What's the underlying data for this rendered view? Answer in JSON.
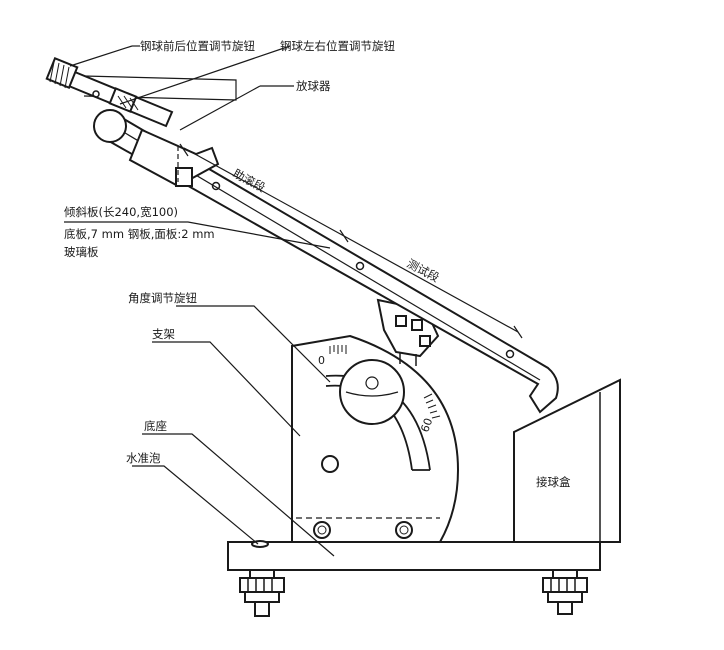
{
  "labels": {
    "knob_front_back": "钢球前后位置调节旋钮",
    "knob_left_right": "钢球左右位置调节旋钮",
    "ball_release": "放球器",
    "runup_section": "助滚段",
    "incline_plate_line1": "倾斜板(长240,宽100)",
    "incline_plate_line2": "底板,7 mm 钢板,面板:2 mm",
    "incline_plate_line3": "玻璃板",
    "test_section": "测试段",
    "angle_knob": "角度调节旋钮",
    "bracket": "支架",
    "base": "底座",
    "level_bubble": "水准泡",
    "catch_box": "接球盒"
  },
  "scale": {
    "start": "0",
    "end": "60"
  }
}
